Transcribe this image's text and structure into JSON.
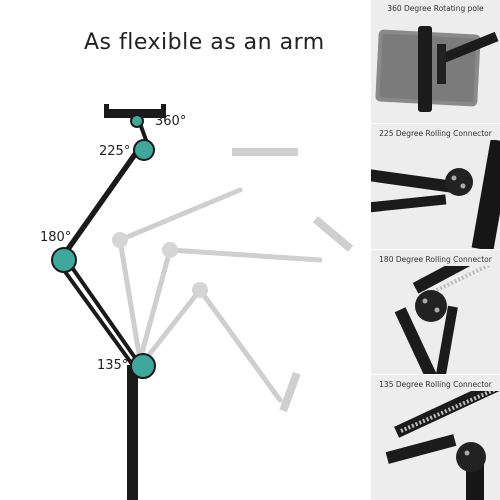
{
  "title": "As flexible as an arm",
  "angles": {
    "a360": "360°",
    "a225": "225°",
    "a180": "180°",
    "a135": "135°"
  },
  "panels": [
    {
      "label": "360 Degree Rotating pole"
    },
    {
      "label": "225 Degree Rolling Connector"
    },
    {
      "label": "180 Degree Rolling Connector"
    },
    {
      "label": "135 Degree Rolling Connector"
    }
  ],
  "colors": {
    "arm": "#1a1a1a",
    "joint": "#3fa79b",
    "ghost": "#c9c9c9",
    "panel_bg": "#ededed"
  }
}
